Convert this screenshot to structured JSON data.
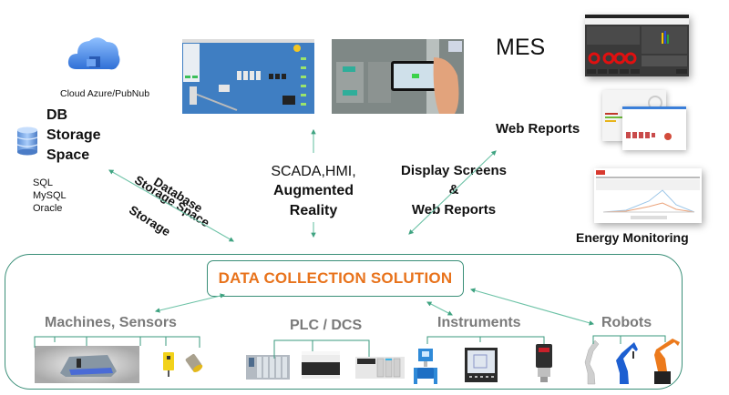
{
  "title": "Data Collection Solution Architecture",
  "cloud": {
    "label": "Cloud Azure/PubNub",
    "icon": "cloud-storage-icon"
  },
  "db": {
    "title_lines": [
      "DB",
      "Storage",
      "Space"
    ],
    "icon": "database-icon",
    "engines": [
      "SQL",
      "MySQL",
      "Oracle"
    ]
  },
  "storage_link": {
    "lines": [
      "Database",
      "Storage Space",
      "Storage"
    ]
  },
  "scada": {
    "lines": [
      "SCADA,HMI,",
      "Augmented",
      "Reality"
    ],
    "thumbnails": [
      "scada-hmi-screen",
      "augmented-reality-photo"
    ]
  },
  "display": {
    "lines": [
      "Display Screens",
      "&",
      "Web Reports"
    ]
  },
  "mes": {
    "label": "MES"
  },
  "web_reports": {
    "label": "Web Reports"
  },
  "energy": {
    "label": "Energy Monitoring"
  },
  "center": {
    "label": "DATA COLLECTION SOLUTION"
  },
  "groups": [
    {
      "label": "Machines, Sensors",
      "devices": [
        "industrial-machine",
        "photoelectric-sensor",
        "proximity-sensor"
      ]
    },
    {
      "label": "PLC / DCS",
      "devices": [
        "plc-rack",
        "compact-plc",
        "dcs-module"
      ]
    },
    {
      "label": "Instruments",
      "devices": [
        "flow-meter",
        "power-meter",
        "pressure-transmitter"
      ]
    },
    {
      "label": "Robots",
      "devices": [
        "white-robot-arm",
        "blue-robot-arm",
        "orange-robot-arm"
      ]
    }
  ],
  "colors": {
    "accent_green": "#3a8f78",
    "arrow_green": "#5cbf9f",
    "orange": "#e8731c",
    "group_grey": "#7a7a7a"
  }
}
